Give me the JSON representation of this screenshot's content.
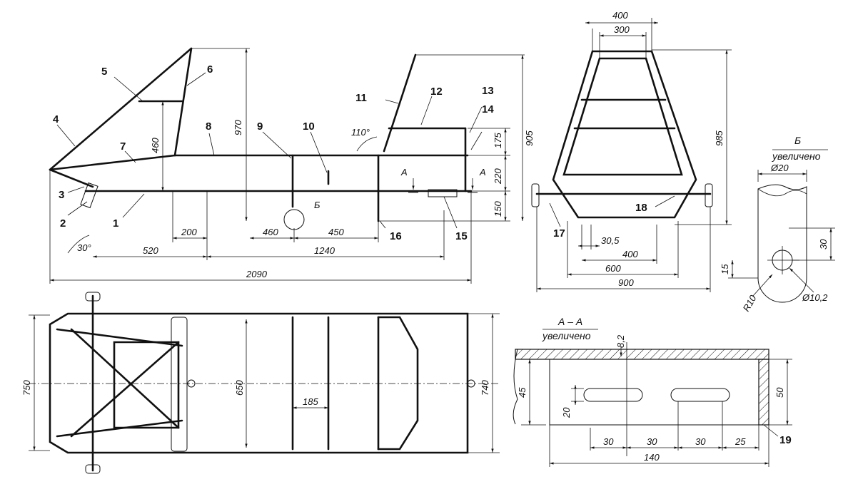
{
  "colors": {
    "ink": "#111111",
    "paper": "#ffffff"
  },
  "side_view": {
    "part_labels": [
      "1",
      "2",
      "3",
      "4",
      "5",
      "6",
      "7",
      "8",
      "9",
      "10",
      "11",
      "12",
      "13",
      "14",
      "15",
      "16"
    ],
    "dims": {
      "d460_left": "460",
      "d970": "970",
      "d905": "905",
      "d175": "175",
      "d220": "220",
      "d150": "150",
      "d200": "200",
      "d460_bot": "460",
      "d450": "450",
      "d520": "520",
      "d1240": "1240",
      "d2090": "2090",
      "angle30": "30°",
      "angle110": "110°",
      "sectA1": "А",
      "sectA2": "А",
      "detailB": "Б"
    }
  },
  "front_view": {
    "part_labels": [
      "17",
      "18"
    ],
    "dims": {
      "d400_top": "400",
      "d300": "300",
      "d985": "985",
      "d30_5": "30,5",
      "d400_bot": "400",
      "d600": "600",
      "d900": "900"
    }
  },
  "detail_b": {
    "title": "Б",
    "subtitle": "увеличено",
    "dims": {
      "d20": "Ø20",
      "d30": "30",
      "d15": "15",
      "r10": "R10",
      "d10_2": "Ø10,2"
    }
  },
  "plan_view": {
    "dims": {
      "d750": "750",
      "d650": "650",
      "d740": "740",
      "d185": "185"
    }
  },
  "section_aa": {
    "title": "А – А",
    "subtitle": "увеличено",
    "part_label": "19",
    "dims": {
      "d8_2": "8,2",
      "d45": "45",
      "d50": "50",
      "d20": "20",
      "d30a": "30",
      "d30b": "30",
      "d30c": "30",
      "d25": "25",
      "d140": "140"
    }
  }
}
